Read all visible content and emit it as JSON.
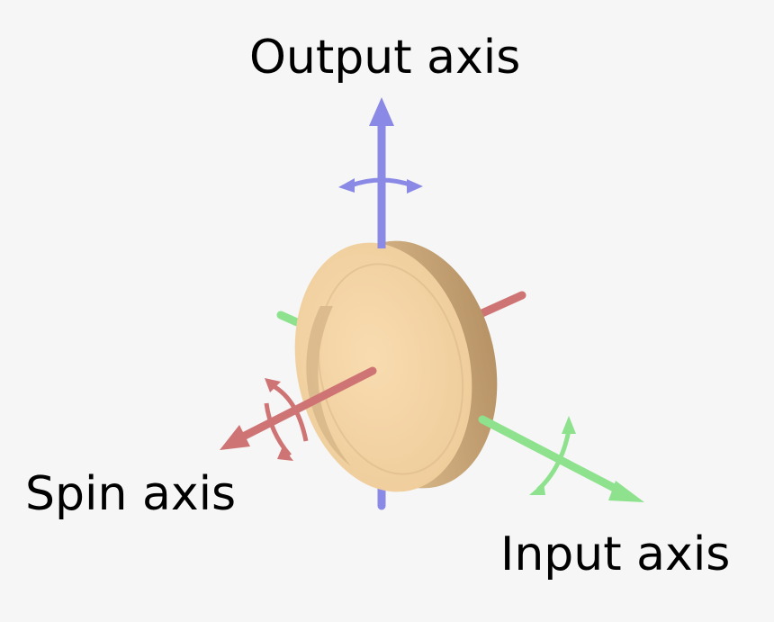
{
  "labels": {
    "output": "Output axis",
    "spin": "Spin axis",
    "input": "Input axis"
  },
  "icons": {
    "disc": "gyroscope-disc-icon",
    "output_axis": "output-axis-arrow-icon",
    "spin_axis": "spin-axis-arrow-icon",
    "input_axis": "input-axis-arrow-icon"
  },
  "colors": {
    "background": "#f6f6f6",
    "output_axis": "#8a8ae6",
    "spin_axis": "#cf7474",
    "input_axis": "#8ee28e",
    "disc_face": "#f4d6a8",
    "disc_edge": "#c7a57a"
  }
}
